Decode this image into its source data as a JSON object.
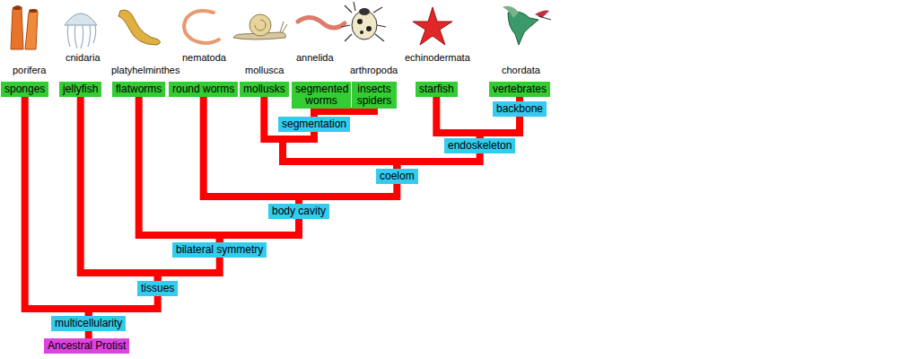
{
  "diagram": {
    "nodes": [
      {
        "text": [
          "sponges"
        ]
      },
      {
        "text": [
          "jellyfish"
        ]
      },
      {
        "text": [
          "flatworms"
        ]
      },
      {
        "text": [
          "round worms"
        ]
      },
      {
        "text": [
          "mollusks"
        ]
      },
      {
        "text": [
          "segmented worms"
        ]
      },
      {
        "text": [
          "insects spiders"
        ]
      },
      {
        "text": [
          "starfish"
        ]
      },
      {
        "text": [
          "vertebrates"
        ]
      },
      {
        "text": [
          "backbone"
        ]
      },
      {
        "text": [
          "segmentation"
        ]
      },
      {
        "text": [
          "endoskeleton"
        ]
      },
      {
        "text": [
          "coelom"
        ]
      },
      {
        "text": [
          "body cavity"
        ]
      },
      {
        "text": [
          "bilateral symmetry"
        ]
      },
      {
        "text": [
          "tissues"
        ]
      },
      {
        "text": [
          "multicellularity"
        ]
      },
      {
        "text": [
          "Ancestral Protist"
        ]
      }
    ],
    "edges": [
      {
        "from": 17,
        "to": 16,
        "arrow": "none"
      },
      {
        "from": 16,
        "to": 0,
        "arrow": "none"
      },
      {
        "from": 16,
        "to": 15,
        "arrow": "none"
      },
      {
        "from": 15,
        "to": 1,
        "arrow": "none"
      },
      {
        "from": 15,
        "to": 14,
        "arrow": "none"
      },
      {
        "from": 14,
        "to": 2,
        "arrow": "none"
      },
      {
        "from": 14,
        "to": 13,
        "arrow": "none"
      },
      {
        "from": 13,
        "to": 3,
        "arrow": "none"
      },
      {
        "from": 13,
        "to": 12,
        "arrow": "none"
      },
      {
        "from": 12,
        "to": 4,
        "arrow": "none"
      },
      {
        "from": 12,
        "to": 10,
        "arrow": "none"
      },
      {
        "from": 10,
        "to": 5,
        "arrow": "none"
      },
      {
        "from": 10,
        "to": 6,
        "arrow": "none"
      },
      {
        "from": 12,
        "to": 11,
        "arrow": "none"
      },
      {
        "from": 11,
        "to": 7,
        "arrow": "none"
      },
      {
        "from": 11,
        "to": 9,
        "arrow": "none"
      },
      {
        "from": 9,
        "to": 8,
        "arrow": "none"
      }
    ],
    "labels": [
      "porifera",
      "cnidaria",
      "platyhelminthes",
      "nematoda",
      "mollusca",
      "annelida",
      "arthropoda",
      "echinodermata",
      "chordata"
    ]
  }
}
